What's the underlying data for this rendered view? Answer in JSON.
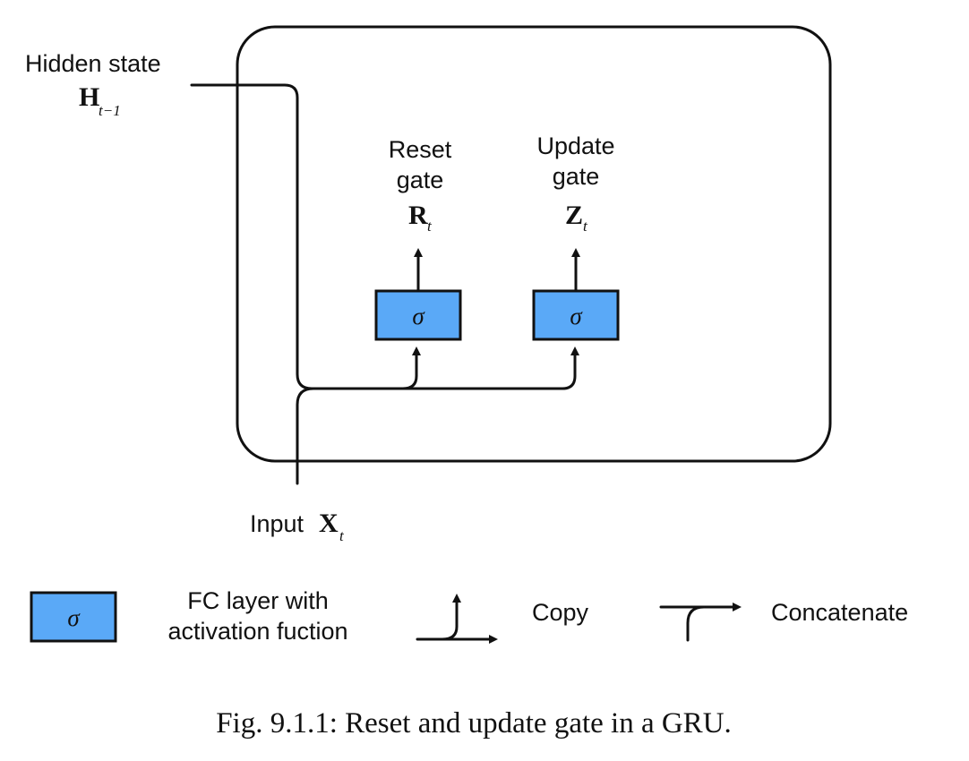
{
  "hidden_state": {
    "label": "Hidden state",
    "symbol": "H",
    "subscript": "t−1"
  },
  "input": {
    "label": "Input",
    "symbol": "X",
    "subscript": "t"
  },
  "reset_gate": {
    "line1": "Reset",
    "line2": "gate",
    "symbol": "R",
    "subscript": "t",
    "activation": "σ"
  },
  "update_gate": {
    "line1": "Update",
    "line2": "gate",
    "symbol": "Z",
    "subscript": "t",
    "activation": "σ"
  },
  "legend": {
    "fc_symbol": "σ",
    "fc_line1": "FC layer with",
    "fc_line2": "activation fuction",
    "copy": "Copy",
    "concatenate": "Concatenate"
  },
  "caption": "Fig. 9.1.1: Reset and update gate in a GRU.",
  "colors": {
    "fc_box_fill": "#5aa9f7",
    "line": "#111111"
  }
}
